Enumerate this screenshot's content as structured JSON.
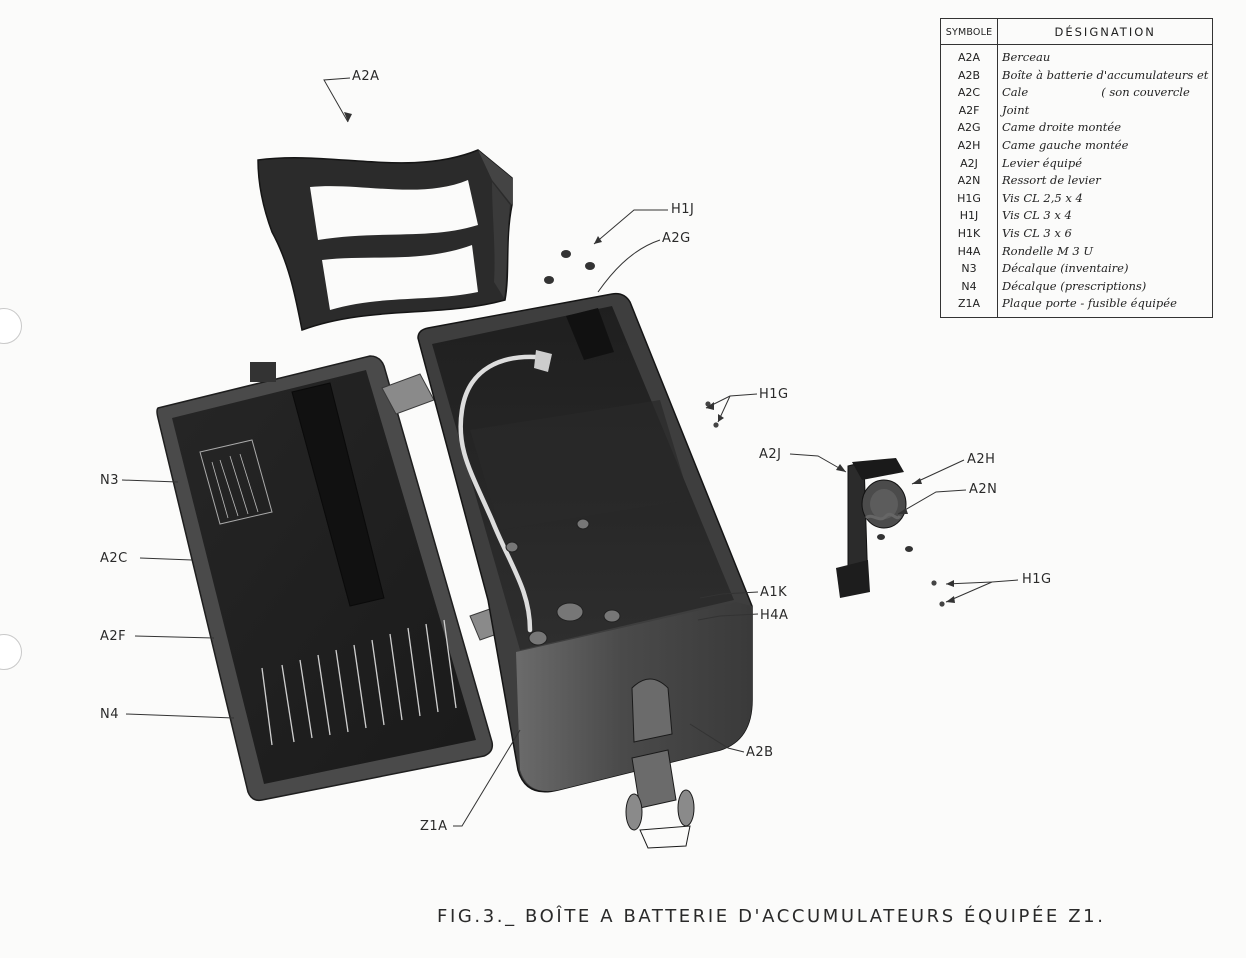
{
  "legend": {
    "header_symbol": "SYMBOLE",
    "header_designation": "DÉSIGNATION",
    "rows": [
      {
        "symbol": "A2A",
        "designation": "Berceau"
      },
      {
        "symbol": "A2B",
        "designation": "Boîte à batterie d'accumulateurs et"
      },
      {
        "symbol": "A2C",
        "designation": "Cale                    ( son couvercle"
      },
      {
        "symbol": "A2F",
        "designation": "Joint"
      },
      {
        "symbol": "A2G",
        "designation": "Came droite montée"
      },
      {
        "symbol": "A2H",
        "designation": "Came gauche montée"
      },
      {
        "symbol": "A2J",
        "designation": "Levier équipé"
      },
      {
        "symbol": "A2N",
        "designation": "Ressort de levier"
      },
      {
        "symbol": "H1G",
        "designation": "Vis CL 2,5 x 4"
      },
      {
        "symbol": "H1J",
        "designation": "Vis CL 3 x 4"
      },
      {
        "symbol": "H1K",
        "designation": "Vis CL 3 x 6"
      },
      {
        "symbol": "H4A",
        "designation": "Rondelle M 3 U"
      },
      {
        "symbol": "N3",
        "designation": "Décalque (inventaire)"
      },
      {
        "symbol": "N4",
        "designation": "Décalque (prescriptions)"
      },
      {
        "symbol": "Z1A",
        "designation": "Plaque porte - fusible équipée"
      }
    ]
  },
  "callouts": {
    "a2a": "A2A",
    "h1j": "H1J",
    "a2g": "A2G",
    "h1g_top": "H1G",
    "a2j": "A2J",
    "a2h": "A2H",
    "a2n": "A2N",
    "h1g_bottom": "H1G",
    "a1k": "A1K",
    "h4a": "H4A",
    "a2b": "A2B",
    "z1a": "Z1A",
    "n3": "N3",
    "a2c": "A2C",
    "a2f": "A2F",
    "n4": "N4"
  },
  "caption": "FIG.3._ BOÎTE A BATTERIE D'ACCUMULATEURS ÉQUIPÉE Z1."
}
